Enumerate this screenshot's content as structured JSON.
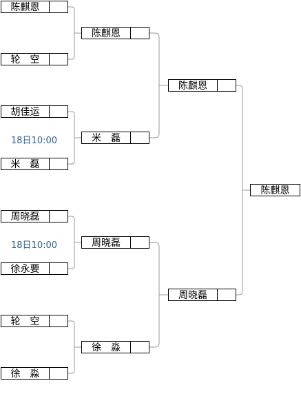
{
  "round1": [
    {
      "name": "陈麒恩",
      "score": ""
    },
    {
      "name": "轮　空",
      "score": ""
    },
    {
      "name": "胡佳运",
      "score": ""
    },
    {
      "name": "米　磊",
      "score": ""
    },
    {
      "name": "周晓磊",
      "score": ""
    },
    {
      "name": "徐永要",
      "score": ""
    },
    {
      "name": "轮　空",
      "score": ""
    },
    {
      "name": "徐　淼",
      "score": ""
    }
  ],
  "round2": [
    {
      "name": "陈麒恩",
      "score": ""
    },
    {
      "name": "米　磊",
      "score": ""
    },
    {
      "name": "周晓磊",
      "score": ""
    },
    {
      "name": "徐　淼",
      "score": ""
    }
  ],
  "round3": [
    {
      "name": "陈麒恩",
      "score": ""
    },
    {
      "name": "周晓磊",
      "score": ""
    }
  ],
  "final": [
    {
      "name": "陈麒恩",
      "score": ""
    }
  ],
  "schedule": [
    "18日10:00",
    "18日10:00"
  ],
  "colors": {
    "line": "#999999",
    "schedule_text": "#2e5e8f",
    "border": "#000000"
  }
}
